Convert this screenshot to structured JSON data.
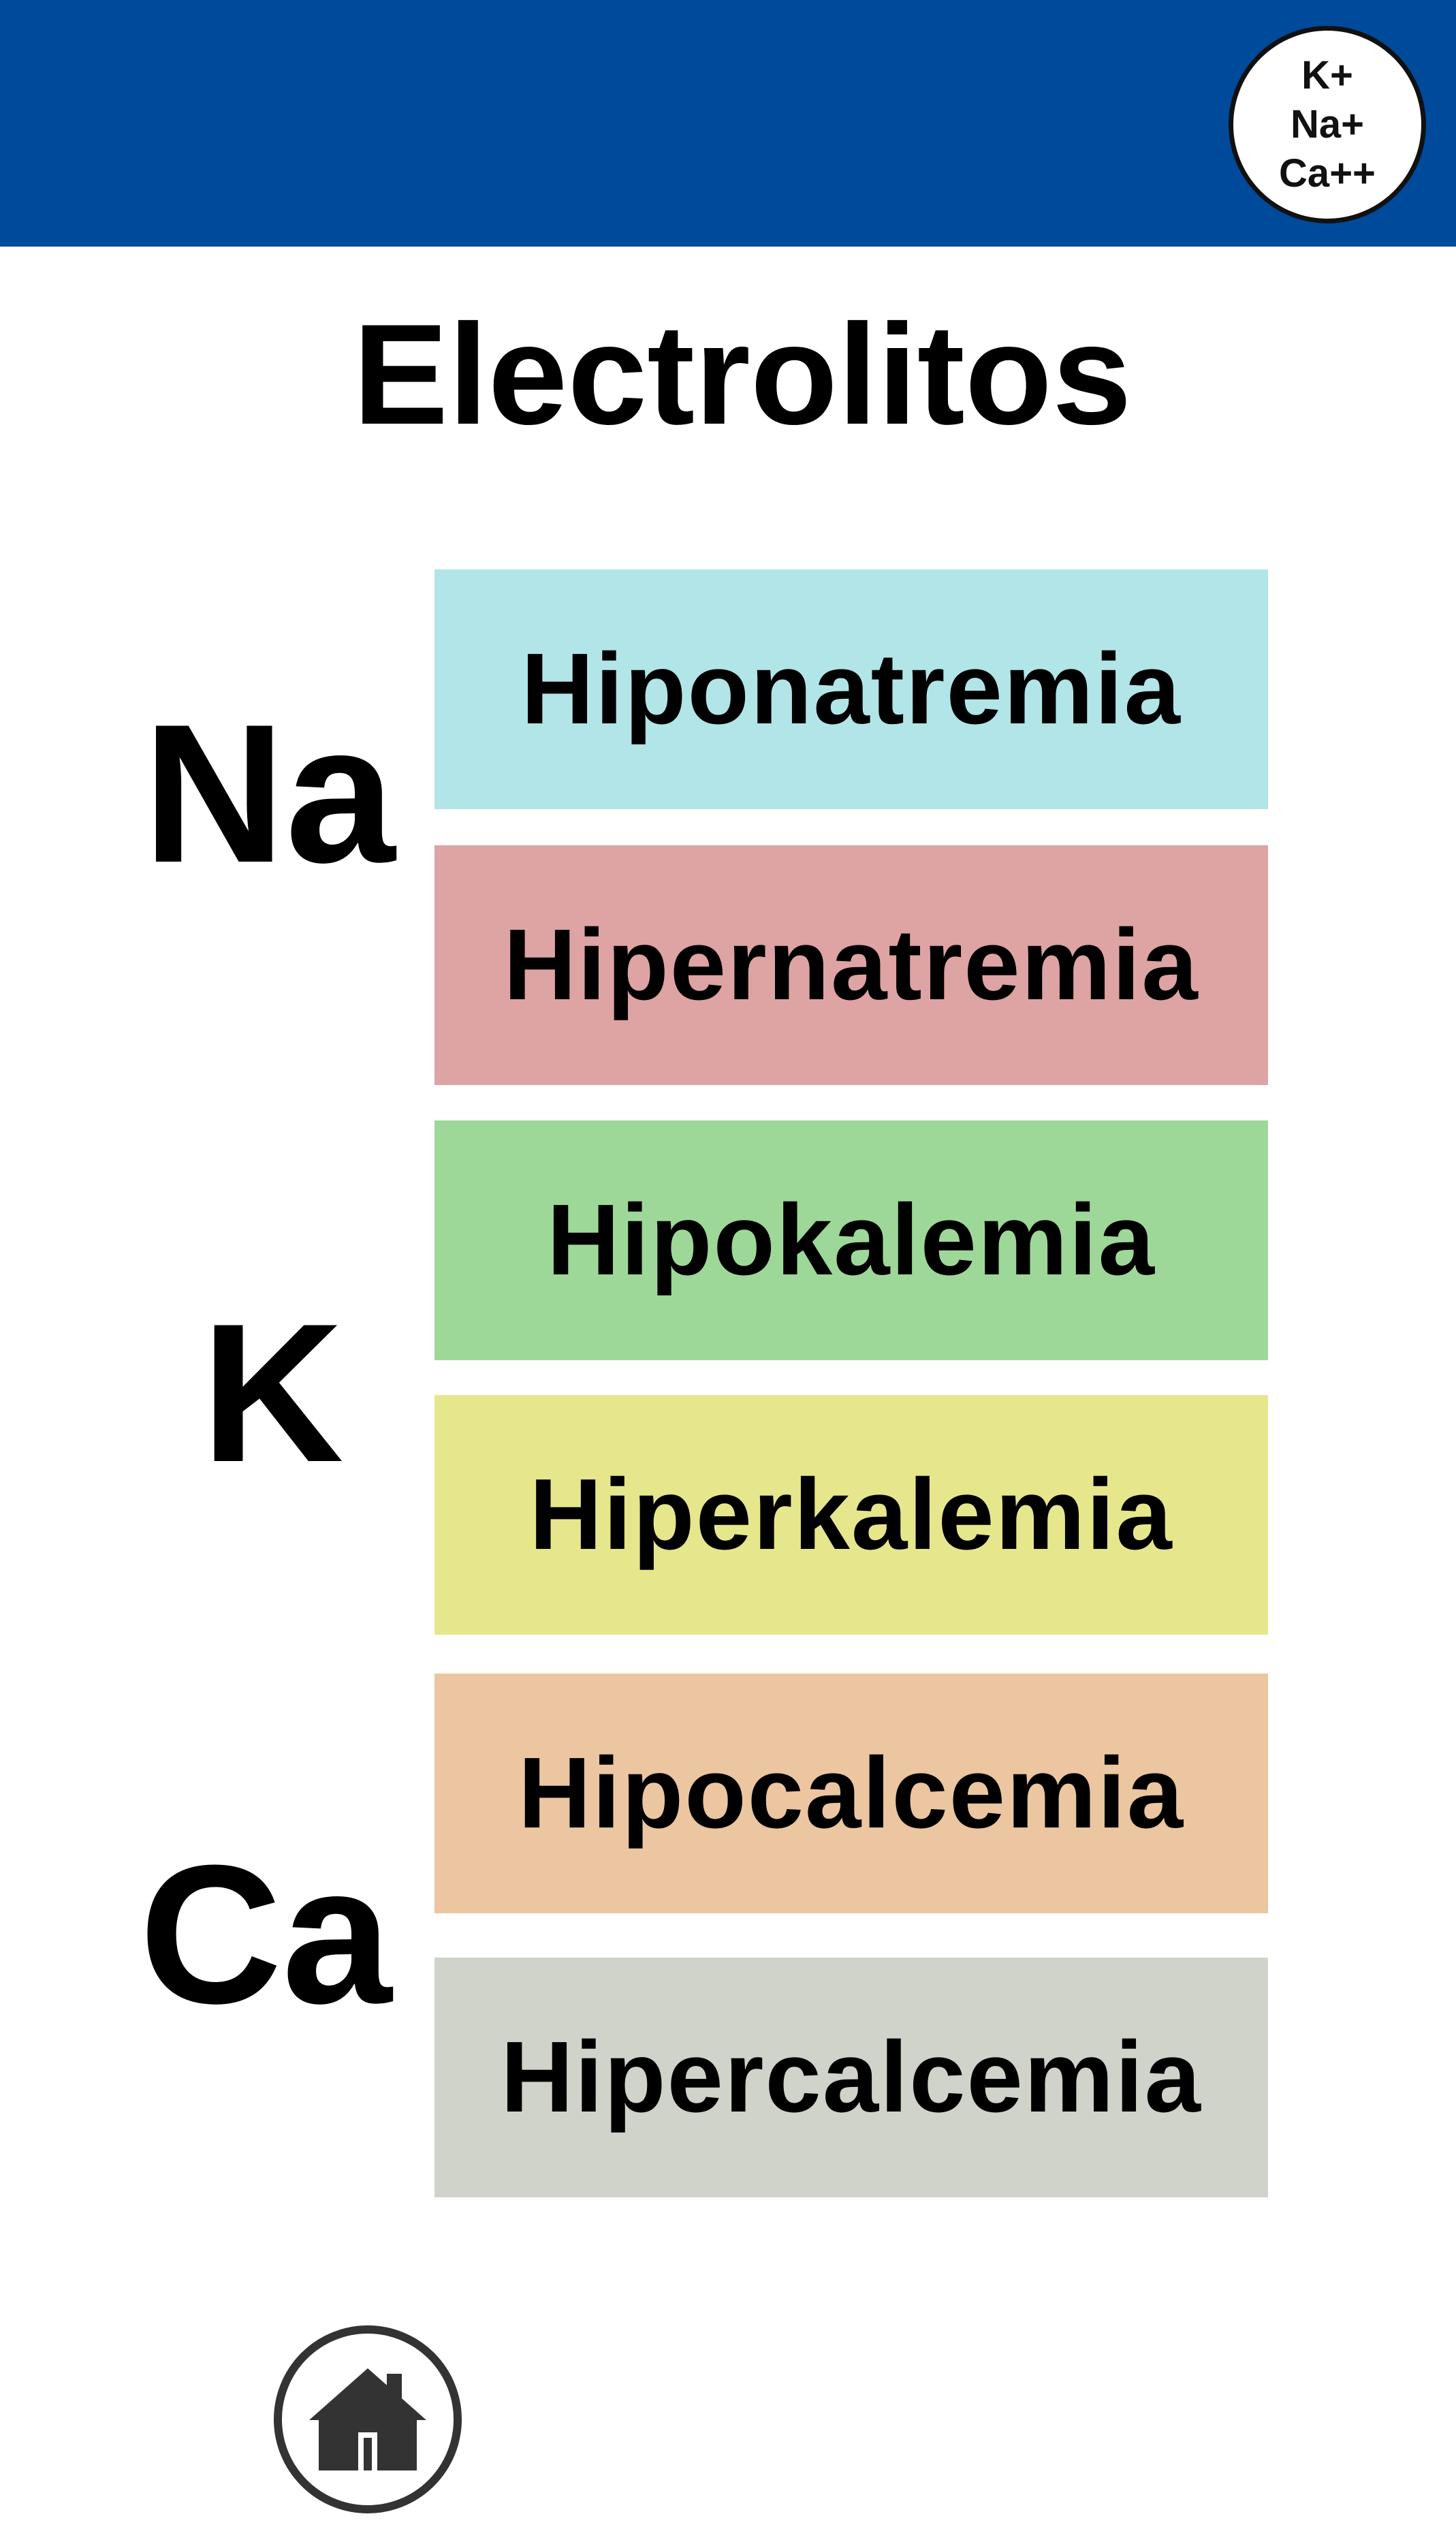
{
  "header": {
    "background_color": "#004a9c",
    "badge_lines": [
      "K+",
      "Na+",
      "Ca++"
    ]
  },
  "page_title": "Electrolitos",
  "groups": [
    {
      "symbol": "Na",
      "items": [
        {
          "label": "Hiponatremia",
          "color": "#b2e5e8"
        },
        {
          "label": "Hipernatremia",
          "color": "#dea3a3"
        }
      ]
    },
    {
      "symbol": "K",
      "items": [
        {
          "label": "Hipokalemia",
          "color": "#9ed899"
        },
        {
          "label": "Hiperkalemia",
          "color": "#e6e78d"
        }
      ]
    },
    {
      "symbol": "Ca",
      "items": [
        {
          "label": "Hipocalcemia",
          "color": "#ebc6a0"
        },
        {
          "label": "Hipercalcemia",
          "color": "#cfd3c9"
        }
      ]
    }
  ],
  "home_button": {
    "icon": "home-icon"
  }
}
